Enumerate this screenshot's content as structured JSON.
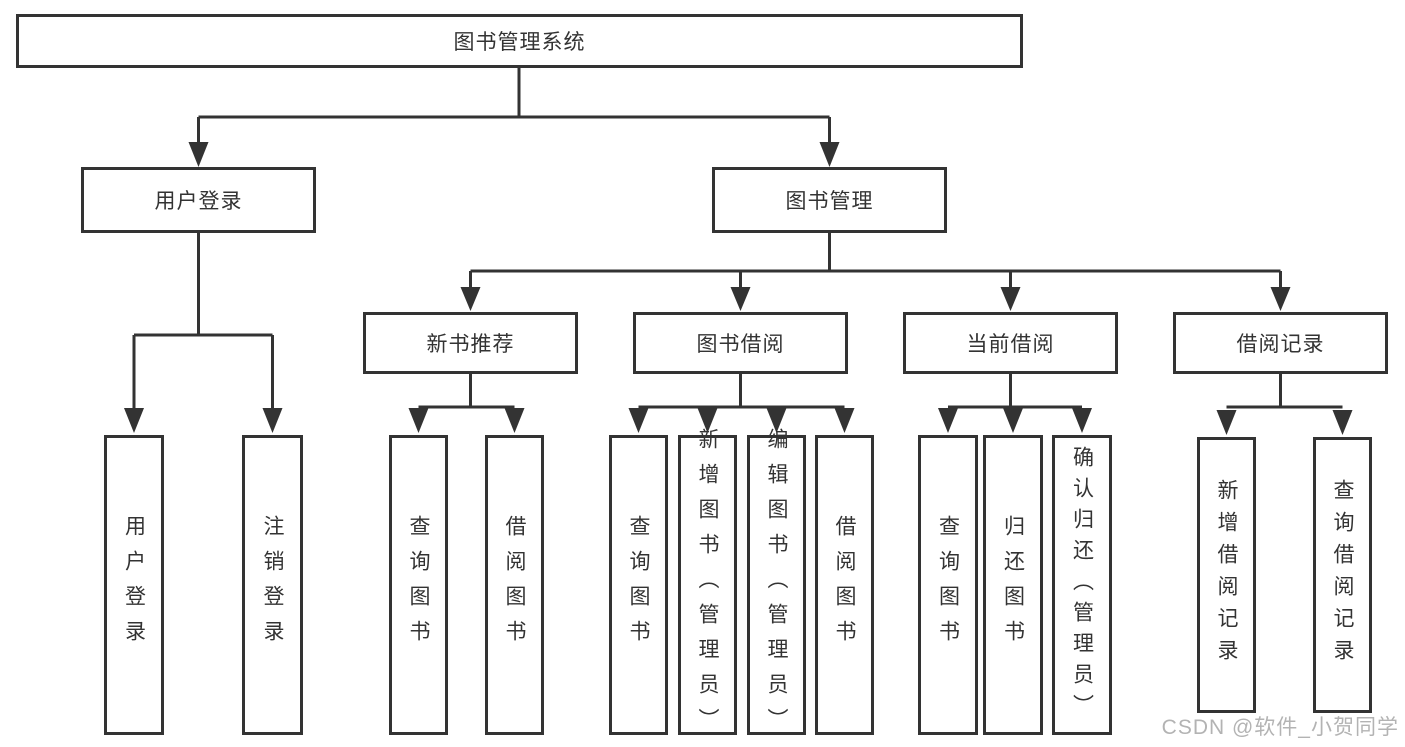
{
  "diagram": {
    "root": {
      "label": "图书管理系统"
    },
    "level2": {
      "user_login": {
        "label": "用户登录"
      },
      "book_management": {
        "label": "图书管理"
      }
    },
    "level3": {
      "new_book_recommend": {
        "label": "新书推荐"
      },
      "book_borrow": {
        "label": "图书借阅"
      },
      "current_borrow": {
        "label": "当前借阅"
      },
      "borrow_record": {
        "label": "借阅记录"
      }
    },
    "leaves": {
      "user_login": [
        "用户登录",
        "注销登录"
      ],
      "new_book_recommend": [
        "查询图书",
        "借阅图书"
      ],
      "book_borrow": [
        "查询图书",
        "新增图书（管理员）",
        "编辑图书（管理员）",
        "借阅图书"
      ],
      "current_borrow": [
        "查询图书",
        "归还图书",
        "确认归还（管理员）"
      ],
      "borrow_record": [
        "新增借阅记录",
        "查询借阅记录"
      ]
    },
    "watermark": "CSDN @软件_小贺同学",
    "colors": {
      "line": "#333333",
      "text": "#333333",
      "box_background": "#ffffff",
      "watermark": "#b3b3b3"
    }
  }
}
